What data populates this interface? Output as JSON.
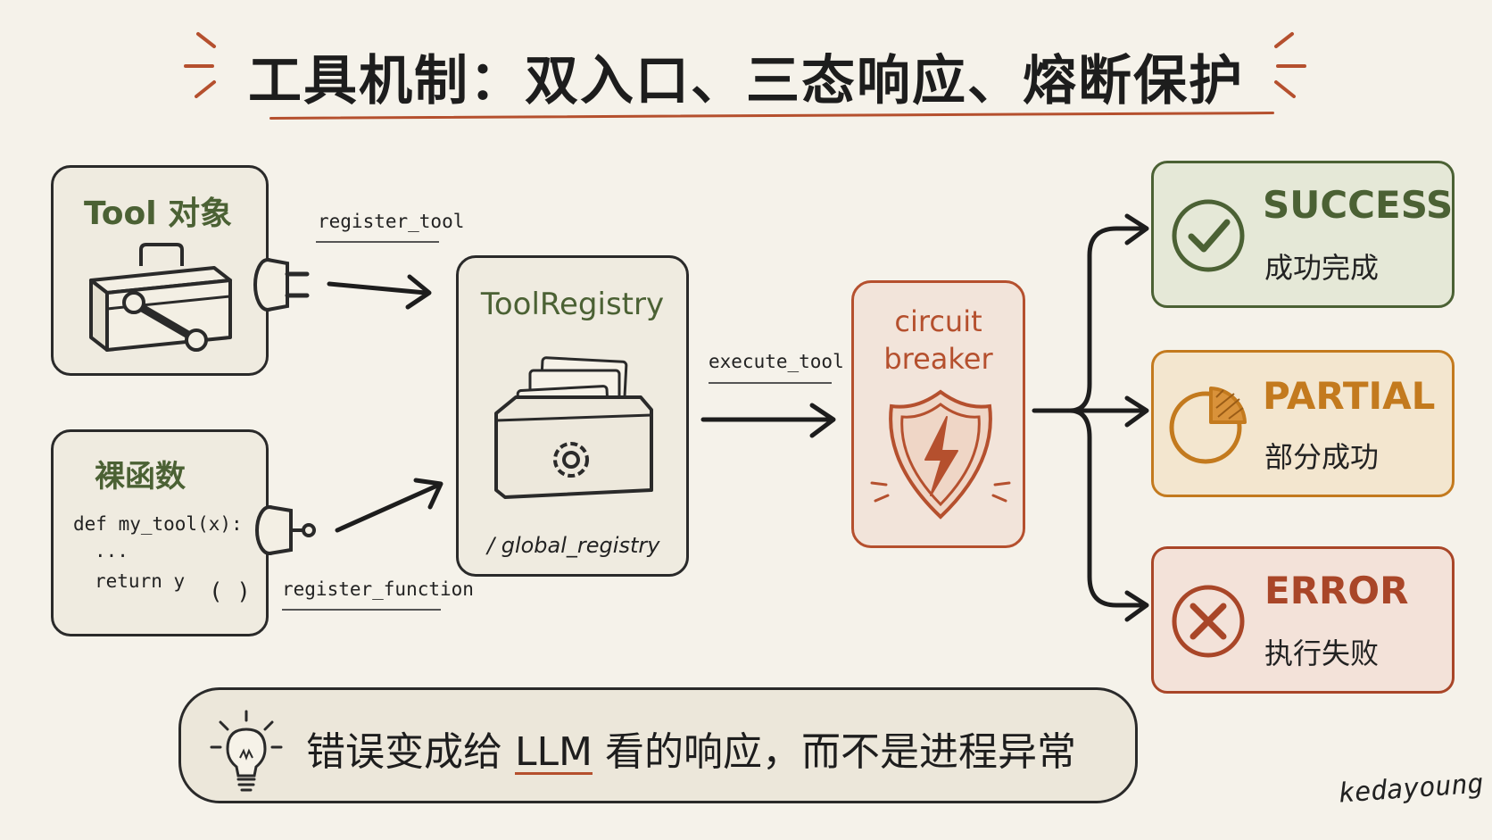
{
  "title": "工具机制：双入口、三态响应、熔断保护",
  "tool_object": {
    "title": "Tool 对象"
  },
  "bare_function": {
    "title": "裸函数",
    "code_lines": [
      "def my_tool(x):",
      "...",
      "return y"
    ],
    "parens": "( )"
  },
  "edges": {
    "register_tool": "register_tool",
    "register_function": "register_function",
    "execute_tool": "execute_tool"
  },
  "registry": {
    "title": "ToolRegistry",
    "subtitle": "/ global_registry"
  },
  "breaker": {
    "title_line1": "circuit",
    "title_line2": "breaker"
  },
  "states": [
    {
      "title": "SUCCESS",
      "subtitle": "成功完成",
      "color": "#4b6134",
      "bg": "#e5e8d7",
      "icon": "check-circle-icon"
    },
    {
      "title": "PARTIAL",
      "subtitle": "部分成功",
      "color": "#c37a1e",
      "bg": "#f3e6cf",
      "icon": "pie-partial-icon"
    },
    {
      "title": "ERROR",
      "subtitle": "执行失败",
      "color": "#a94628",
      "bg": "#f3e2d9",
      "icon": "x-circle-icon"
    }
  ],
  "tip": {
    "before": "错误变成给",
    "highlight": "LLM",
    "after": "看的响应，而不是进程异常",
    "icon": "lightbulb-icon"
  },
  "signature": "kedayoung",
  "colors": {
    "accent": "#b5502e",
    "green": "#4b6134",
    "ink": "#2a2a2a",
    "background": "#f5f2ea"
  }
}
